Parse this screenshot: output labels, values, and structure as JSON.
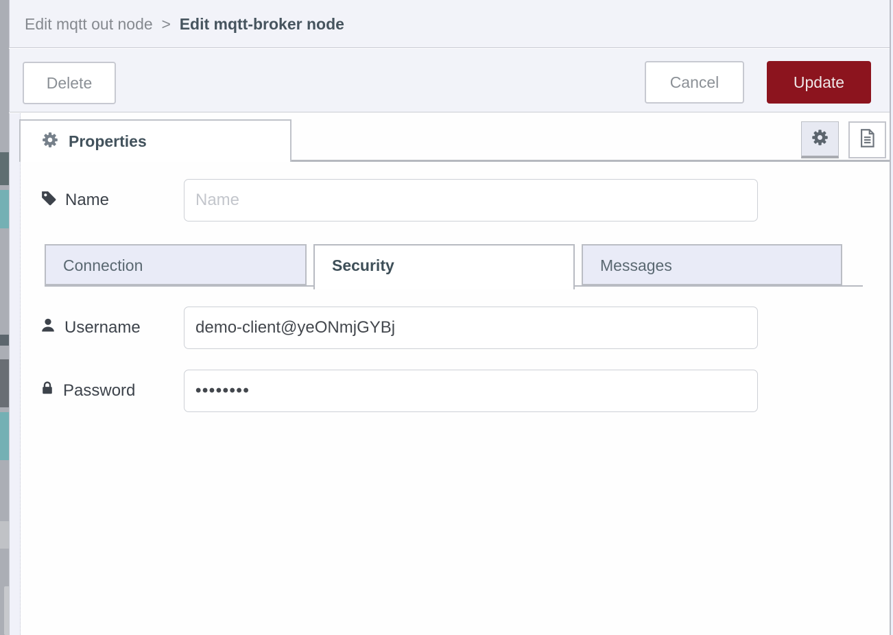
{
  "header": {
    "breadcrumb_parent": "Edit mqtt out node",
    "breadcrumb_separator": ">",
    "breadcrumb_current": "Edit mqtt-broker node"
  },
  "toolbar": {
    "delete_label": "Delete",
    "cancel_label": "Cancel",
    "update_label": "Update"
  },
  "panel": {
    "properties_tab_label": "Properties",
    "icon_buttons": [
      "gear-icon",
      "document-icon"
    ]
  },
  "form": {
    "name": {
      "label": "Name",
      "value": "",
      "placeholder": "Name"
    },
    "tabs": [
      {
        "label": "Connection",
        "active": false
      },
      {
        "label": "Security",
        "active": true
      },
      {
        "label": "Messages",
        "active": false
      }
    ],
    "username": {
      "label": "Username",
      "value": "demo-client@yeONmjGYBj"
    },
    "password": {
      "label": "Password",
      "value": "••••••••"
    }
  },
  "icons": {
    "properties": "gear-icon",
    "name_field": "tag-icon",
    "username_field": "user-icon",
    "password_field": "lock-icon"
  },
  "colors": {
    "accent_red": "#8c141e",
    "panel_bg": "#f2f3f9",
    "tab_inactive_bg": "#e9ebf7",
    "border_gray": "#b9bcc3",
    "text_dark": "#42505a",
    "text_gray": "#878c93",
    "workspace_teal": "#74b0b4"
  }
}
